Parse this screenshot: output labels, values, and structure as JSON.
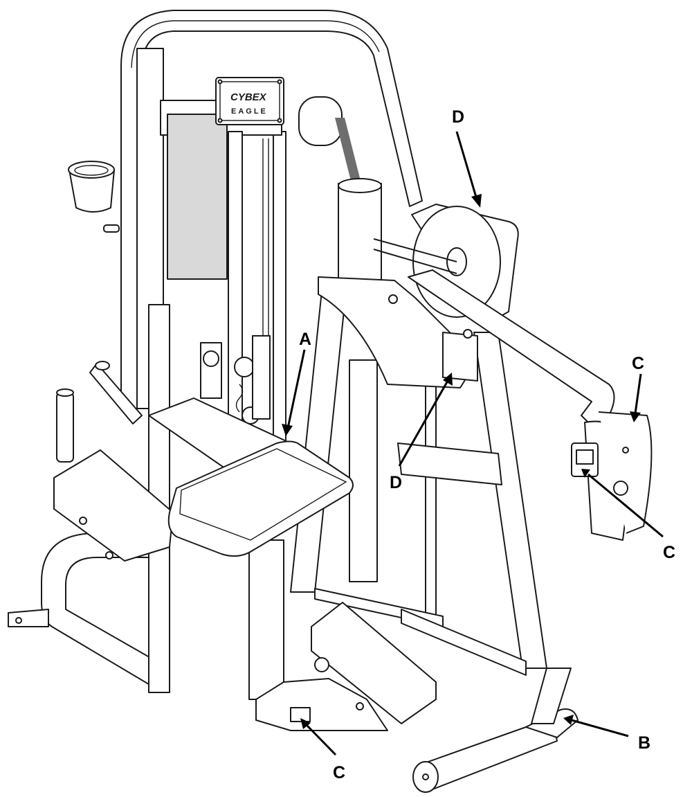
{
  "brand": {
    "name": "CYBEX",
    "model": "EAGLE"
  },
  "callouts": {
    "d_top": "D",
    "a": "A",
    "c_right_upper": "C",
    "d_mid": "D",
    "c_right_lower": "C",
    "b": "B",
    "c_bottom": "C"
  }
}
